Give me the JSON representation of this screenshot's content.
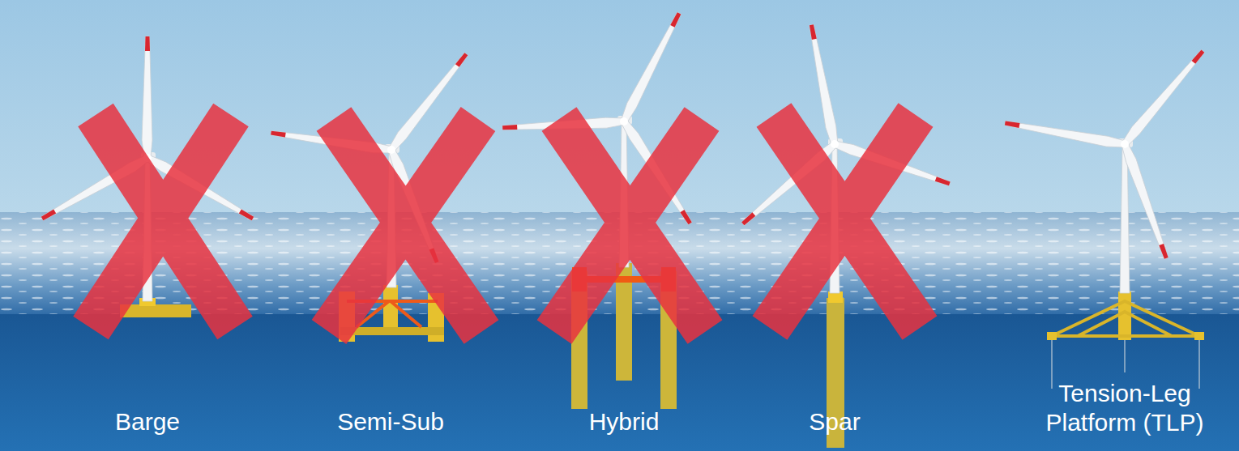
{
  "diagram": {
    "labels": [
      "Barge",
      "Semi-Sub",
      "Hybrid",
      "Spar",
      "Tension-Leg Platform (TLP)"
    ]
  }
}
